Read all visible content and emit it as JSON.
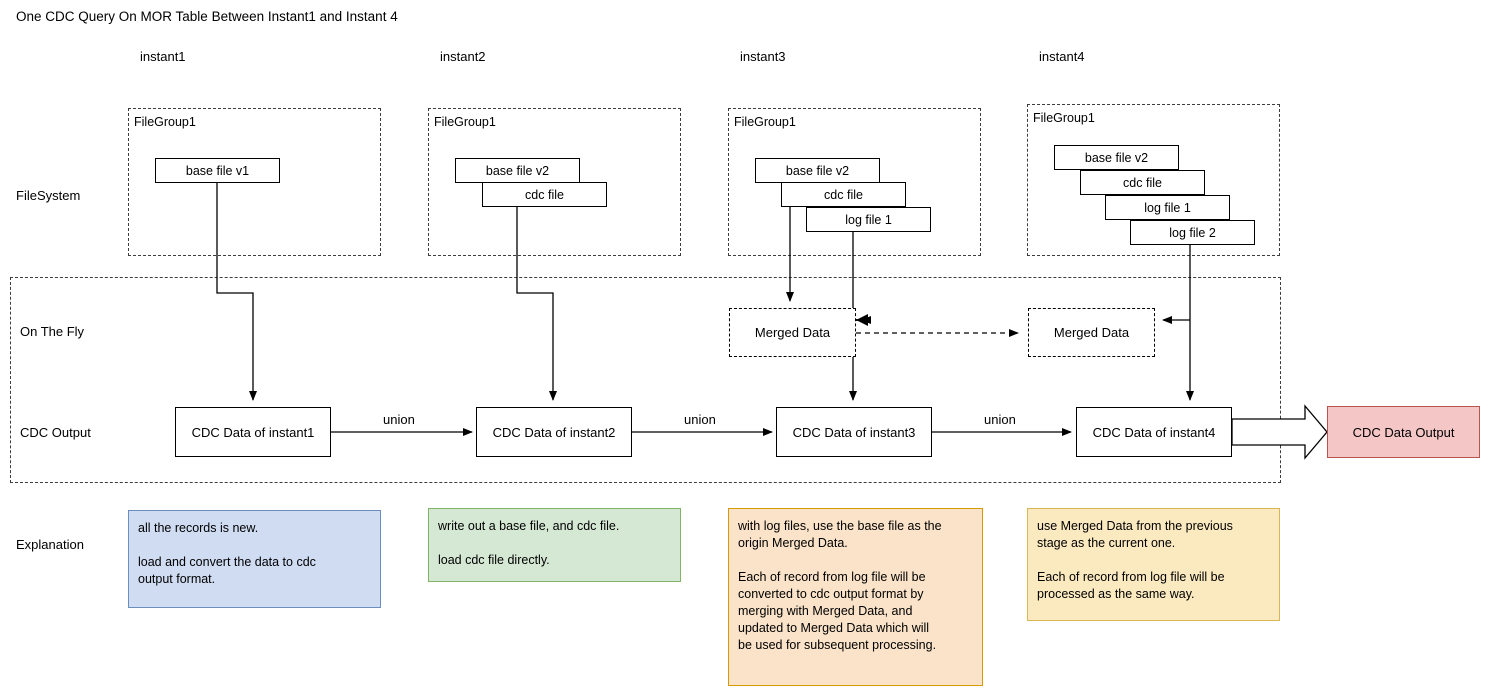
{
  "title": "One CDC Query On MOR Table Between Instant1 and Instant 4",
  "column_labels": [
    {
      "text": "instant1"
    },
    {
      "text": "instant2"
    },
    {
      "text": "instant3"
    },
    {
      "text": "instant4"
    }
  ],
  "row_labels": {
    "filesystem": "FileSystem",
    "on_the_fly": "On The Fly",
    "cdc_output": "CDC Output",
    "explanation": "Explanation"
  },
  "file_groups": [
    {
      "label": "FileGroup1",
      "files": [
        {
          "name": "base file v1"
        }
      ]
    },
    {
      "label": "FileGroup1",
      "files": [
        {
          "name": "base file v2"
        },
        {
          "name": "cdc file"
        }
      ]
    },
    {
      "label": "FileGroup1",
      "files": [
        {
          "name": "base file v2"
        },
        {
          "name": "cdc file"
        },
        {
          "name": "log file 1"
        }
      ]
    },
    {
      "label": "FileGroup1",
      "files": [
        {
          "name": "base file v2"
        },
        {
          "name": "cdc file"
        },
        {
          "name": "log file 1"
        },
        {
          "name": "log file 2"
        }
      ]
    }
  ],
  "merged_data": [
    {
      "label": "Merged Data"
    },
    {
      "label": "Merged Data"
    }
  ],
  "cdc_boxes": [
    {
      "label": "CDC Data of instant1"
    },
    {
      "label": "CDC Data of instant2"
    },
    {
      "label": "CDC Data of instant3"
    },
    {
      "label": "CDC Data of instant4"
    }
  ],
  "union_labels": [
    {
      "text": "union"
    },
    {
      "text": "union"
    },
    {
      "text": "union"
    }
  ],
  "output": {
    "label": "CDC Data Output",
    "fill": "#f5c6c6",
    "border": "#b85450"
  },
  "explanations": [
    {
      "text": "all the records is new.\n\nload and convert the data to cdc\noutput format.",
      "fill": "#cfdcf2",
      "border": "#6c8ebf"
    },
    {
      "text": "write out a base file, and cdc file.\n\nload cdc file directly.",
      "fill": "#d5e8d4",
      "border": "#82b366"
    },
    {
      "text": "with log files, use the base file as the\norigin Merged Data.\n\nEach of record from log file will be\nconverted to cdc output format by\nmerging with Merged Data, and\nupdated to Merged Data which will\nbe used for subsequent processing.",
      "fill": "#fae3c8",
      "border": "#d79b00"
    },
    {
      "text": "use Merged Data from the previous\nstage as the current one.\n\nEach of record from log file will be\nprocessed as the same way.",
      "fill": "#fbeac0",
      "border": "#d6b656"
    }
  ]
}
